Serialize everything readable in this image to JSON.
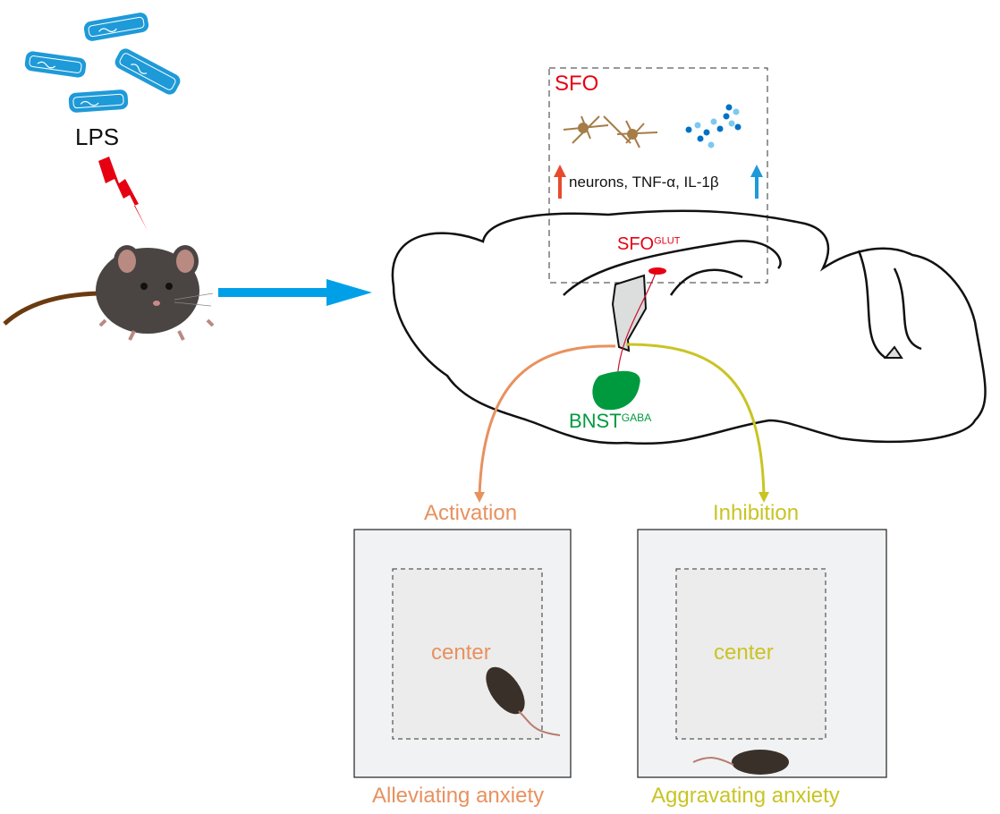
{
  "stimulus": {
    "label": "LPS"
  },
  "sfo_box": {
    "title": "SFO",
    "effect_text": "neurons, TNF-α, IL-1β"
  },
  "brain": {
    "sfo_label": "SFO",
    "sfo_sup": "GLUT",
    "bnst_label": "BNST",
    "bnst_sup": "GABA"
  },
  "outcomes": [
    {
      "pathway": "Activation",
      "zone_label": "center",
      "result": "Alleviating anxiety",
      "color": "#E8915E"
    },
    {
      "pathway": "Inhibition",
      "zone_label": "center",
      "result": "Aggravating anxiety",
      "color": "#C9C424"
    }
  ],
  "colors": {
    "bacteria": "#1E9AD8",
    "lightning": "#E60012",
    "main_arrow": "#00A0E9",
    "sfo_red": "#E60012",
    "bnst_green": "#009A3E",
    "up_arrow_red": "#E84A2E",
    "up_arrow_blue": "#1E9AD8"
  }
}
